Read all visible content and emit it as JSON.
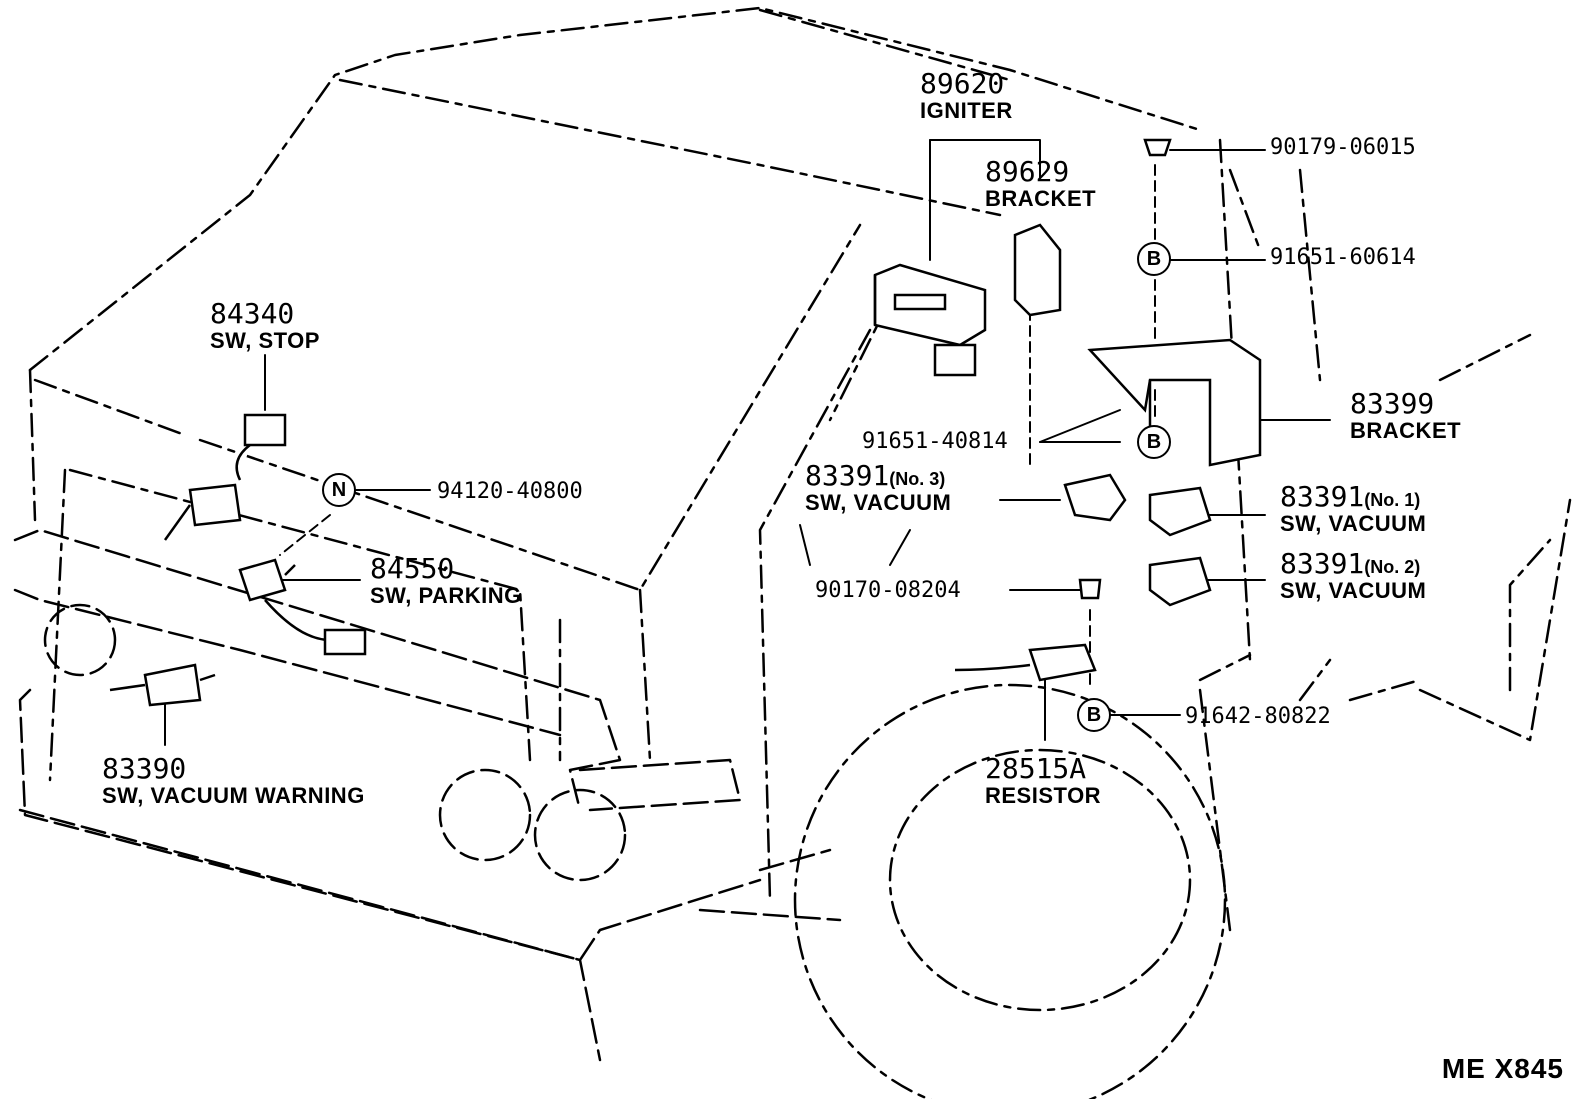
{
  "callouts": {
    "igniter": {
      "pn": "89620",
      "desc": "IGNITER"
    },
    "bracket_89629": {
      "pn": "89629",
      "desc": "BRACKET"
    },
    "nut_90179": {
      "pn": "90179-06015"
    },
    "bolt_91651_60614": {
      "pn": "91651-60614"
    },
    "stop_sw": {
      "pn": "84340",
      "desc": "SW, STOP"
    },
    "bracket_83399": {
      "pn": "83399",
      "desc": "BRACKET"
    },
    "bolt_91651_40814": {
      "pn": "91651-40814"
    },
    "vac_no3": {
      "pn": "83391",
      "no": "(No. 3)",
      "desc": "SW, VACUUM"
    },
    "vac_no1": {
      "pn": "83391",
      "no": "(No. 1)",
      "desc": "SW, VACUUM"
    },
    "vac_no2": {
      "pn": "83391",
      "no": "(No. 2)",
      "desc": "SW, VACUUM"
    },
    "nut_94120": {
      "pn": "94120-40800"
    },
    "parking_sw": {
      "pn": "84550",
      "desc": "SW, PARKING"
    },
    "nut_90170": {
      "pn": "90170-08204"
    },
    "bolt_91642": {
      "pn": "91642-80822"
    },
    "vac_warning": {
      "pn": "83390",
      "desc": "SW, VACUUM WARNING"
    },
    "resistor": {
      "pn": "28515A",
      "desc": "RESISTOR"
    }
  },
  "badges": {
    "b1": "B",
    "b2": "B",
    "b3": "B",
    "n1": "N"
  },
  "diagram_code": "ME X845"
}
